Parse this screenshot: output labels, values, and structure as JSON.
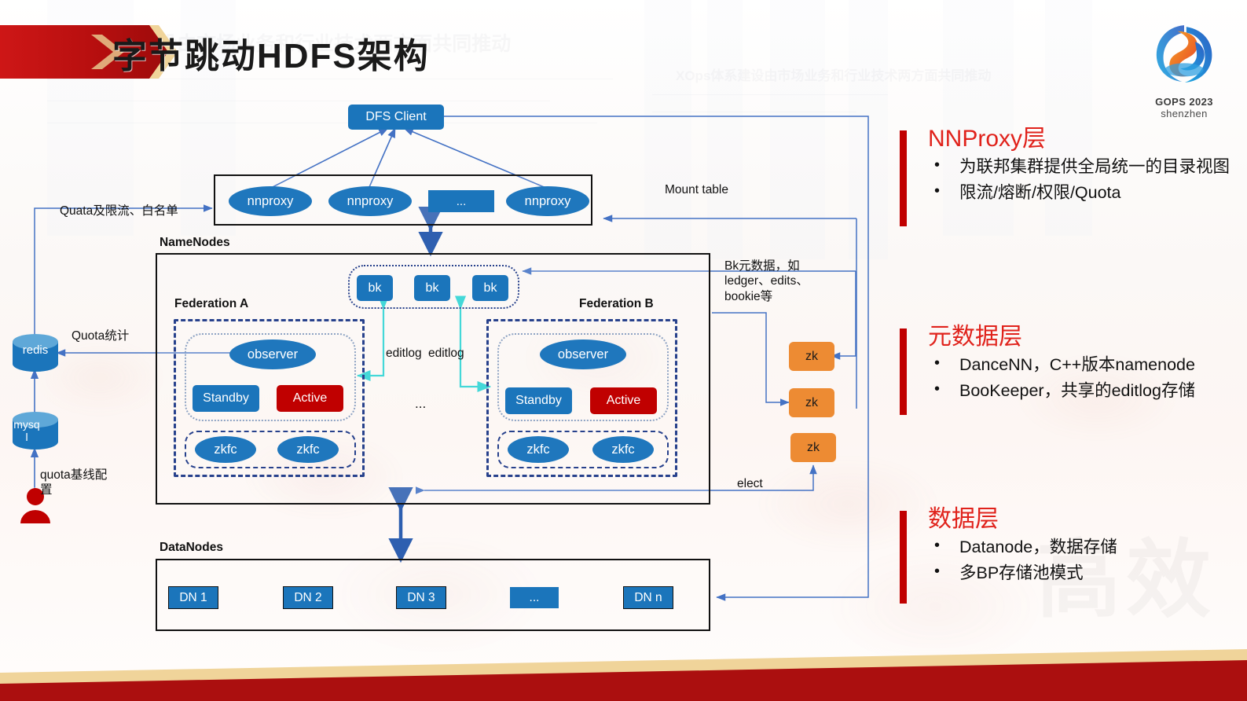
{
  "slide": {
    "title": "字节跳动HDFS架构",
    "logo": {
      "name": "GOPS 2023",
      "city": "shenzhen"
    },
    "ghost_background_title": "XOps体系建设由市场业务和行业技术两方面共同推动",
    "watermark": "高效"
  },
  "panels": [
    {
      "heading": "NNProxy层",
      "bullets": [
        "为联邦集群提供全局统一的目录视图",
        "限流/熔断/权限/Quota"
      ]
    },
    {
      "heading": "元数据层",
      "bullets": [
        "DanceNN，C++版本namenode",
        "BooKeeper，共享的editlog存储"
      ]
    },
    {
      "heading": "数据层",
      "bullets": [
        "Datanode，数据存储",
        "多BP存储池模式"
      ]
    }
  ],
  "diagram": {
    "client": "DFS Client",
    "proxy_layer": {
      "nodes": [
        "nnproxy",
        "nnproxy",
        "...",
        "nnproxy"
      ]
    },
    "namenodes_label": "NameNodes",
    "datanodes_label": "DataNodes",
    "bookkeeper": [
      "bk",
      "bk",
      "bk"
    ],
    "federations": [
      {
        "title": "Federation A",
        "observer": "observer",
        "standby": "Standby",
        "active": "Active",
        "zkfc": [
          "zkfc",
          "zkfc"
        ]
      },
      {
        "title": "Federation B",
        "observer": "observer",
        "standby": "Standby",
        "active": "Active",
        "zkfc": [
          "zkfc",
          "zkfc"
        ]
      }
    ],
    "federation_gap_ellipsis": "...",
    "zk_nodes": [
      "zk",
      "zk",
      "zk"
    ],
    "datanodes": [
      "DN 1",
      "DN 2",
      "DN 3",
      "...",
      "DN n"
    ],
    "stores": {
      "redis": "redis",
      "mysql": "mysq l"
    },
    "edge_labels": {
      "quota_limit": "Quata及限流、白名单",
      "quota_stat": "Quota统计",
      "quota_baseline": "quota基线配置",
      "mount_table": "Mount table",
      "bk_meta": "Bk元数据，如ledger、edits、bookie等",
      "editlog_left": "editlog",
      "editlog_right": "editlog",
      "elect": "elect"
    }
  },
  "colors": {
    "brand_red": "#c00000",
    "heading_red": "#e0221b",
    "node_blue": "#1b75bb",
    "ellipse_blue": "#1f77bd",
    "zk_orange": "#ed8b33",
    "dash_navy": "#27418c",
    "arrow_blue": "#4472c4",
    "editlog_teal": "#2bd3d3",
    "gold": "#f0d49a"
  }
}
